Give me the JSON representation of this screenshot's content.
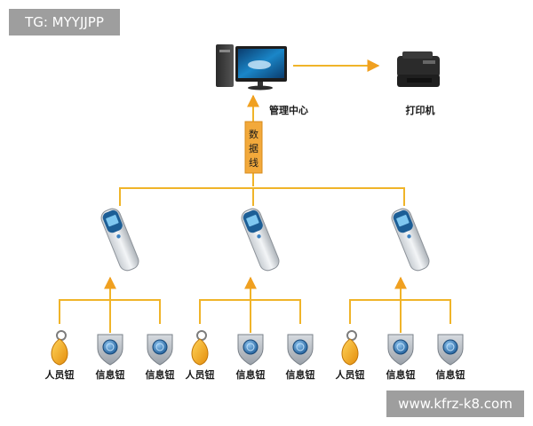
{
  "overlay": {
    "tag": "TG: MYYJJPP",
    "url": "www.kfrz-k8.com"
  },
  "nodes": {
    "center": "管理中心",
    "printer": "打印机",
    "cable": [
      "数",
      "据",
      "线"
    ]
  },
  "groups": [
    {
      "items": [
        "人员钮",
        "信息钮",
        "信息钮"
      ]
    },
    {
      "items": [
        "人员钮",
        "信息钮",
        "信息钮"
      ]
    },
    {
      "items": [
        "人员钮",
        "信息钮",
        "信息钮"
      ]
    }
  ],
  "colors": {
    "line": "#f0b429",
    "arrow": "#f0a020",
    "cable_box": "#f2a93b",
    "overlay_bg": "#9e9e9e",
    "key_gold": "#f3a61b",
    "shield_blue": "#3d87c8"
  },
  "icons": {
    "computer": "desktop-computer-icon",
    "printer": "printer-icon",
    "reader": "handheld-reader-icon",
    "person_button": "key-fob-icon",
    "info_button": "shield-button-icon"
  }
}
